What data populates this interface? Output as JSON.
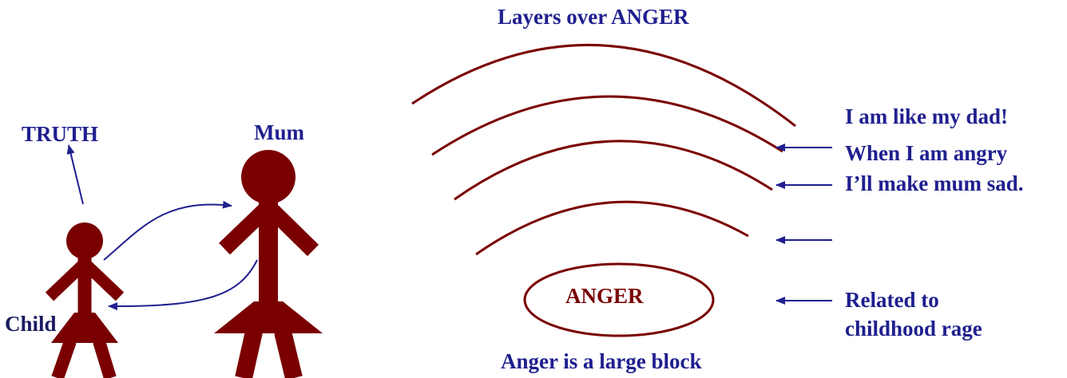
{
  "colors": {
    "figure": "#7a0000",
    "arrow": "#1f1f8f",
    "text": "#1f1f8f",
    "background": "#ffffff"
  },
  "labels": {
    "truth": "TRUTH",
    "mum": "Mum",
    "child": "Child",
    "title": "Layers over ANGER",
    "core": "ANGER",
    "core_caption": "Anger is a large block",
    "layer_1": "I am like my dad!",
    "layer_2_line1": "When I am angry",
    "layer_2_line2": "I’ll make mum sad.",
    "core_note_line1": "Related to",
    "core_note_line2": "childhood rage"
  }
}
